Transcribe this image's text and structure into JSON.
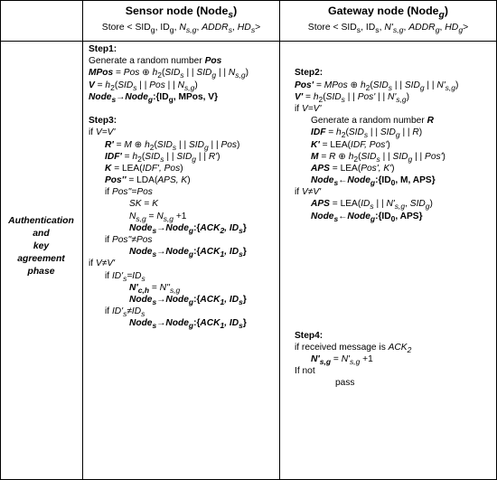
{
  "phase_label": [
    "Authentication",
    "and",
    "key",
    "agreement",
    "phase"
  ],
  "sensor": {
    "title": "Sensor node (Node",
    "title_sub": "s",
    "title_end": ")",
    "store": "Store < SID",
    "store_html": "Store < SID<sub>g</sub>, ID<sub>g</sub>, <i>N<sub>s,g</sub></i>, <i>ADDR<sub>s</sub></i>, <i>HD<sub>s</sub></i>>",
    "lines": [
      {
        "t": "<b>Step1:</b>",
        "ind": 0
      },
      {
        "t": "Generate a random number <b><i>Pos</i></b>",
        "ind": 0
      },
      {
        "t": "<b><i>MPos</i></b> = <i>Pos</i> ⊕ <i>h</i><sub>2</sub>(<i>SID<sub>s</sub></i> | | <i>SID<sub>g</sub></i> | | <i>N<sub>s,g</sub></i>)",
        "ind": 0
      },
      {
        "t": "<b><i>V</i></b> = <i>h</i><sub>2</sub>(<i>SID<sub>s</sub></i> | | <i>Pos</i> | | <i>N<sub>s,g</sub></i>)",
        "ind": 0
      },
      {
        "t": "<b><i>Node<sub>s</sub></i>→<i>Node<sub>g</sub></i>:{ID<sub>g</sub>, MPos, V}</b>",
        "ind": 0
      },
      {
        "t": "",
        "ind": 0
      },
      {
        "t": "<b>Step3:</b>",
        "ind": 0
      },
      {
        "t": "if <i>V=V'</i>",
        "ind": 0
      },
      {
        "t": "<b><i>R'</i></b> = <i>M</i> ⊕ <i>h</i><sub>2</sub>(<i>SID<sub>s</sub></i> | | <i>SID<sub>g</sub></i> | | <i>Pos</i>)",
        "ind": 2
      },
      {
        "t": "<b><i>IDF'</i></b> = <i>h</i><sub>2</sub>(<i>SID<sub>s</sub></i> | | <i>SID<sub>g</sub></i> | | <i>R'</i>)",
        "ind": 2
      },
      {
        "t": "<b><i>K</i></b> = LEA(<i>IDF', Pos</i>)",
        "ind": 2
      },
      {
        "t": "<b><i>Pos''</i></b> = LDA(<i>APS, K</i>)",
        "ind": 2
      },
      {
        "t": "if <i>Pos''=Pos</i>",
        "ind": 2
      },
      {
        "t": "<i>SK</i> = <i>K</i>",
        "ind": 3
      },
      {
        "t": "<i>N<sub>s,g</sub></i> = <i>N<sub>s,g</sub></i> +1",
        "ind": 3
      },
      {
        "t": "<b><i>Node<sub>s</sub></i>→<i>Node<sub>g</sub></i>:{<i>ACK<sub>2</sub>, ID<sub>s</sub></i>}</b>",
        "ind": 3
      },
      {
        "t": "if <i>Pos''≠Pos</i>",
        "ind": 2
      },
      {
        "t": "<b><i>Node<sub>s</sub></i>→<i>Node<sub>g</sub></i>:{<i>ACK<sub>1</sub>, ID<sub>s</sub></i>}</b>",
        "ind": 3
      },
      {
        "t": "if <i>V≠V'</i>",
        "ind": 0
      },
      {
        "t": "if <i>ID'<sub>s</sub>=ID<sub>s</sub></i>",
        "ind": 2
      },
      {
        "t": "<b><i>N'<sub>c,h</sub></i></b> = <i>N''<sub>s,g</sub></i>",
        "ind": 3
      },
      {
        "t": "<b><i>Node<sub>s</sub></i>→<i>Node<sub>g</sub></i>:{<i>ACK<sub>1</sub>, ID<sub>s</sub></i>}</b>",
        "ind": 3
      },
      {
        "t": "if <i>ID'<sub>s</sub>≠ID<sub>s</sub></i>",
        "ind": 2
      },
      {
        "t": "<b><i>Node<sub>s</sub></i>→<i>Node<sub>g</sub></i>:{<i>ACK<sub>1</sub>, ID<sub>s</sub></i>}</b>",
        "ind": 3
      }
    ]
  },
  "gateway": {
    "title": "Gateway node (Node",
    "title_sub": "g",
    "title_end": ")",
    "store_html": "Store < SID<sub>s</sub>, ID<sub>s</sub>, <i>N'<sub>s,g</sub></i>, <i>ADDR<sub>g</sub></i>, <i>HD<sub>g</sub></i>>",
    "lines": [
      {
        "t": "",
        "ind": 0
      },
      {
        "t": "",
        "ind": 0
      },
      {
        "t": "<b>Step2:</b>",
        "ind": 0
      },
      {
        "t": "<b><i>Pos'</i></b> = <i>MPos</i> ⊕ <i>h</i><sub>2</sub>(<i>SID<sub>s</sub></i> | | <i>SID<sub>g</sub></i> | | <i>N'<sub>s,g</sub></i>)",
        "ind": 0
      },
      {
        "t": "<b><i>V'</i></b> = <i>h</i><sub>2</sub>(<i>SID<sub>s</sub></i> | | <i>Pos'</i> | | <i>N'<sub>s,g</sub></i>)",
        "ind": 0
      },
      {
        "t": "if <i>V=V'</i>",
        "ind": 0
      },
      {
        "t": "Generate a random number <b><i>R</i></b>",
        "ind": 2
      },
      {
        "t": "<b><i>IDF</i></b> = <i>h</i><sub>2</sub>(<i>SID<sub>s</sub></i> | | <i>SID<sub>g</sub></i> | | <i>R</i>)",
        "ind": 2
      },
      {
        "t": "<b><i>K'</i></b> = LEA(<i>IDF, Pos'</i>)",
        "ind": 2
      },
      {
        "t": "<b><i>M</i></b> = <i>R</i> ⊕ <i>h</i><sub>2</sub>(<i>SID<sub>s</sub></i> | | <i>SID<sub>g</sub></i> | | <i>Pos'</i>)",
        "ind": 2
      },
      {
        "t": "<b><i>APS</i></b> = LEA(<i>Pos', K'</i>)",
        "ind": 2
      },
      {
        "t": "<b><i>Node<sub>s</sub></i>←<i>Node<sub>g</sub></i>:{ID<sub>0</sub>, M, APS}</b>",
        "ind": 2
      },
      {
        "t": "if <i>V≠V'</i>",
        "ind": 0
      },
      {
        "t": "<b><i>APS</i></b> = LEA(<i>ID<sub>s</sub></i> | | <i>N'<sub>s,g</sub></i>, <i>SID<sub>g</sub></i>)",
        "ind": 2
      },
      {
        "t": "<b><i>Node<sub>s</sub></i>←<i>Node<sub>g</sub></i>:{ID<sub>0</sub>, APS}</b>",
        "ind": 2
      },
      {
        "t": "",
        "ind": 0
      },
      {
        "t": "",
        "ind": 0
      },
      {
        "t": "",
        "ind": 0
      },
      {
        "t": "",
        "ind": 0
      },
      {
        "t": "",
        "ind": 0
      },
      {
        "t": "",
        "ind": 0
      },
      {
        "t": "",
        "ind": 0
      },
      {
        "t": "",
        "ind": 0
      },
      {
        "t": "",
        "ind": 0
      },
      {
        "t": "<b>Step4:</b>",
        "ind": 0
      },
      {
        "t": "if received message is <i>ACK<sub>2</sub></i>",
        "ind": 0
      },
      {
        "t": "<b><i>N'<sub>s,g</sub></i></b> = <i>N'<sub>s,g</sub></i> +1",
        "ind": 2
      },
      {
        "t": "If not",
        "ind": 0
      },
      {
        "t": "pass",
        "ind": 3
      }
    ]
  }
}
